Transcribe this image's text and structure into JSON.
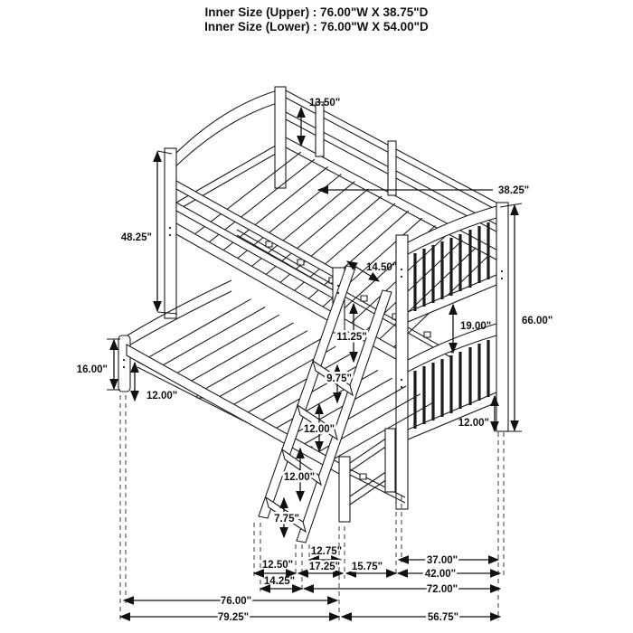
{
  "header": {
    "line1": "Inner Size (Upper) : 76.00\"W X 38.75\"D",
    "line2": "Inner Size (Lower) : 76.00\"W X 54.00\"D"
  },
  "dimensions": {
    "guard_rail_height": "13.50\"",
    "upper_bed_depth": "38.25\"",
    "upper_section_height": "48.25\"",
    "rail_to_rail": "14.50\"",
    "bunk_gap": "19.00\"",
    "ladder_gap_top": "11.25\"",
    "ladder_step_top": "9.75\"",
    "ladder_step_mid": "12.00\"",
    "ladder_step_lower": "12.00\"",
    "ladder_step_bottom": "7.75\"",
    "lower_bed_height": "16.00\"",
    "under_bed_left": "12.00\"",
    "under_bed_right": "12.00\"",
    "total_height": "66.00\"",
    "ladder_foot_offset": "12.50\"",
    "ladder_top_depth": "12.75\"",
    "ladder_spread": "17.25\"",
    "ladder_to_footboard": "15.75\"",
    "footboard_width": "37.00\"",
    "foot_frame_width": "42.00\"",
    "head_overhang": "14.25\"",
    "frame_length": "72.00\"",
    "bed_length": "76.00\"",
    "overall_length": "79.25\"",
    "overall_depth": "56.75\""
  }
}
